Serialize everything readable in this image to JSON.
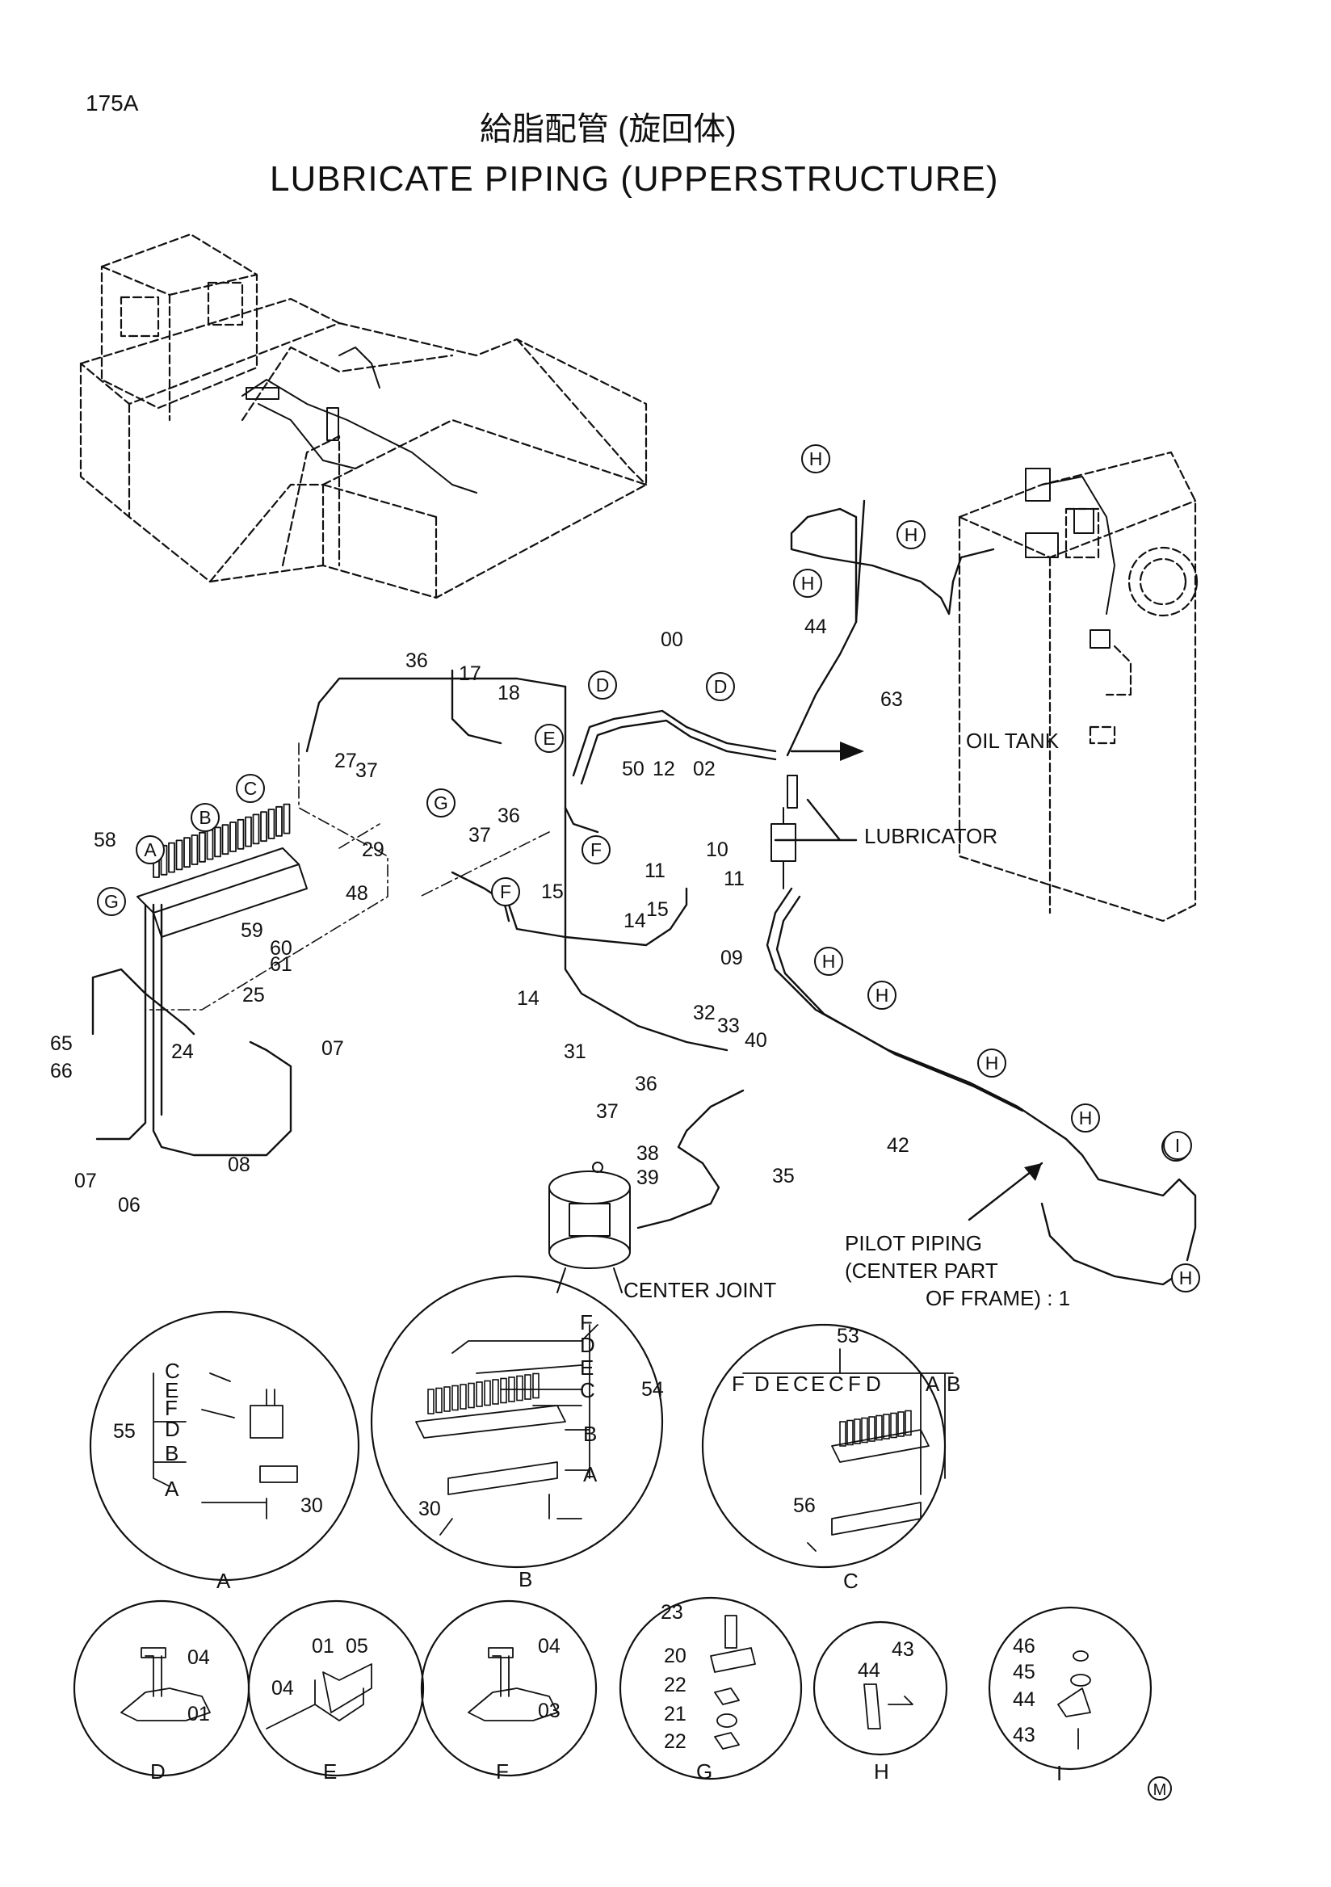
{
  "page_number": "175A",
  "title_jp": "給脂配管 (旋回体)",
  "title_en": "LUBRICATE PIPING (UPPERSTRUCTURE)",
  "callouts": {
    "oil_tank": "OIL TANK",
    "lubricator": "LUBRICATOR",
    "center_joint": "CENTER JOINT",
    "pilot_piping_1": "PILOT PIPING",
    "pilot_piping_2": "(CENTER PART",
    "pilot_piping_3": "OF FRAME) : 1"
  },
  "part_numbers": [
    "00",
    "01",
    "02",
    "03",
    "04",
    "05",
    "06",
    "07",
    "08",
    "09",
    "10",
    "11",
    "12",
    "14",
    "15",
    "17",
    "18",
    "20",
    "21",
    "22",
    "23",
    "24",
    "25",
    "27",
    "29",
    "30",
    "31",
    "32",
    "33",
    "35",
    "36",
    "37",
    "38",
    "39",
    "40",
    "42",
    "43",
    "44",
    "45",
    "46",
    "48",
    "50",
    "53",
    "54",
    "55",
    "56",
    "58",
    "59",
    "60",
    "61",
    "63",
    "65",
    "66"
  ],
  "detail_letters": [
    "A",
    "B",
    "C",
    "D",
    "E",
    "F",
    "G",
    "H",
    "I"
  ],
  "detail_captions": {
    "A": "A",
    "B": "B",
    "C": "C",
    "D": "D",
    "E": "E",
    "F": "F",
    "G": "G",
    "H": "H",
    "I": "I"
  },
  "mark": "M"
}
